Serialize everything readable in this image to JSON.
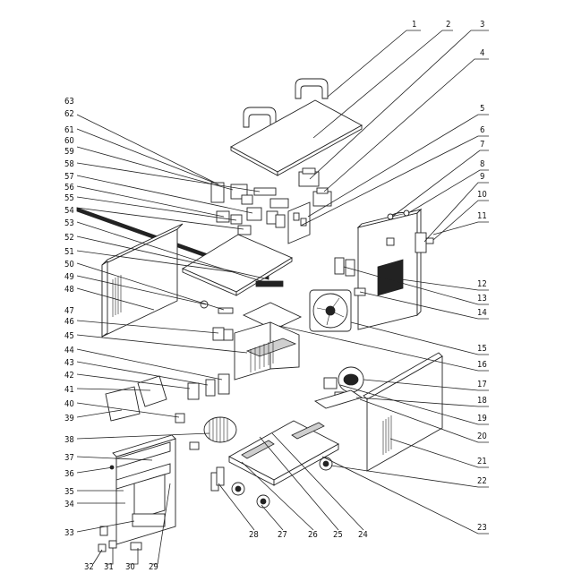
{
  "callouts": [
    {
      "id": "c1",
      "label": "1"
    },
    {
      "id": "c2",
      "label": "2"
    },
    {
      "id": "c3",
      "label": "3"
    },
    {
      "id": "c4",
      "label": "4"
    },
    {
      "id": "c5",
      "label": "5"
    },
    {
      "id": "c6",
      "label": "6"
    },
    {
      "id": "c7",
      "label": "7"
    },
    {
      "id": "c8",
      "label": "8"
    },
    {
      "id": "c9",
      "label": "9"
    },
    {
      "id": "c10",
      "label": "10"
    },
    {
      "id": "c11",
      "label": "11"
    },
    {
      "id": "c12",
      "label": "12"
    },
    {
      "id": "c13",
      "label": "13"
    },
    {
      "id": "c14",
      "label": "14"
    },
    {
      "id": "c15",
      "label": "15"
    },
    {
      "id": "c16",
      "label": "16"
    },
    {
      "id": "c17",
      "label": "17"
    },
    {
      "id": "c18",
      "label": "18"
    },
    {
      "id": "c19",
      "label": "19"
    },
    {
      "id": "c20",
      "label": "20"
    },
    {
      "id": "c21",
      "label": "21"
    },
    {
      "id": "c22",
      "label": "22"
    },
    {
      "id": "c23",
      "label": "23"
    },
    {
      "id": "c24",
      "label": "24"
    },
    {
      "id": "c25",
      "label": "25"
    },
    {
      "id": "c26",
      "label": "26"
    },
    {
      "id": "c27",
      "label": "27"
    },
    {
      "id": "c28",
      "label": "28"
    },
    {
      "id": "c29",
      "label": "29"
    },
    {
      "id": "c30",
      "label": "30"
    },
    {
      "id": "c31",
      "label": "31"
    },
    {
      "id": "c32",
      "label": "32"
    },
    {
      "id": "c33",
      "label": "33"
    },
    {
      "id": "c34",
      "label": "34"
    },
    {
      "id": "c35",
      "label": "35"
    },
    {
      "id": "c36",
      "label": "36"
    },
    {
      "id": "c37",
      "label": "37"
    },
    {
      "id": "c38",
      "label": "38"
    },
    {
      "id": "c39",
      "label": "39"
    },
    {
      "id": "c40",
      "label": "40"
    },
    {
      "id": "c41",
      "label": "41"
    },
    {
      "id": "c42",
      "label": "42"
    },
    {
      "id": "c43",
      "label": "43"
    },
    {
      "id": "c44",
      "label": "44"
    },
    {
      "id": "c45",
      "label": "45"
    },
    {
      "id": "c46",
      "label": "46"
    },
    {
      "id": "c47",
      "label": "47"
    },
    {
      "id": "c48",
      "label": "48"
    },
    {
      "id": "c49",
      "label": "49"
    },
    {
      "id": "c50",
      "label": "50"
    },
    {
      "id": "c51",
      "label": "51"
    },
    {
      "id": "c52",
      "label": "52"
    },
    {
      "id": "c53",
      "label": "53"
    },
    {
      "id": "c54",
      "label": "54"
    },
    {
      "id": "c55",
      "label": "55"
    },
    {
      "id": "c56",
      "label": "56"
    },
    {
      "id": "c57",
      "label": "57"
    },
    {
      "id": "c58",
      "label": "58"
    },
    {
      "id": "c59",
      "label": "59"
    },
    {
      "id": "c60",
      "label": "60"
    },
    {
      "id": "c61",
      "label": "61"
    },
    {
      "id": "c62",
      "label": "62"
    },
    {
      "id": "c63",
      "label": "63"
    }
  ]
}
